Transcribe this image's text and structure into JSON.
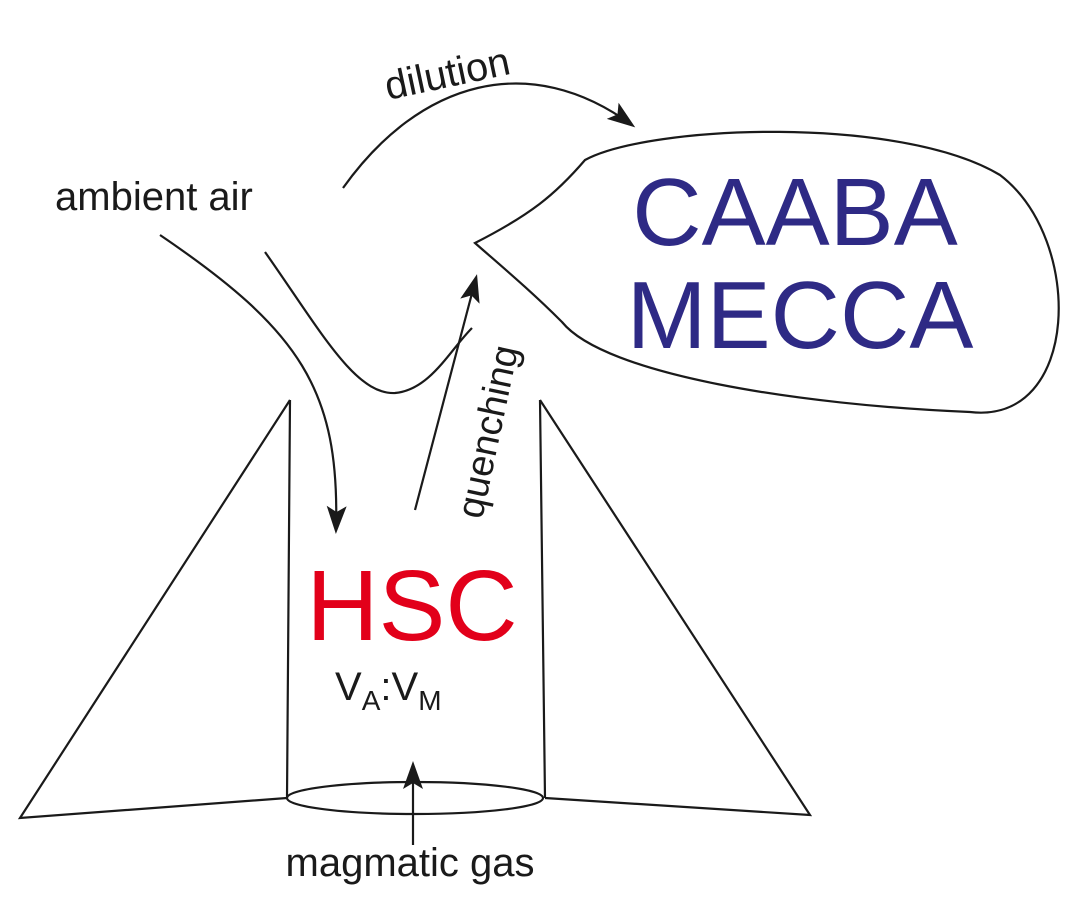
{
  "labels": {
    "dilution": "dilution",
    "ambient_air": "ambient air",
    "caaba": "CAABA",
    "mecca": "MECCA",
    "quenching": "quenching",
    "hsc": "HSC",
    "va": "V",
    "va_sub": "A",
    "colon": ":",
    "vm": "V",
    "vm_sub": "M",
    "magmatic_gas": "magmatic gas"
  },
  "colors": {
    "hsc": "#e2001a",
    "caaba_mecca": "#2e2a85",
    "line": "#1a1a1a"
  }
}
